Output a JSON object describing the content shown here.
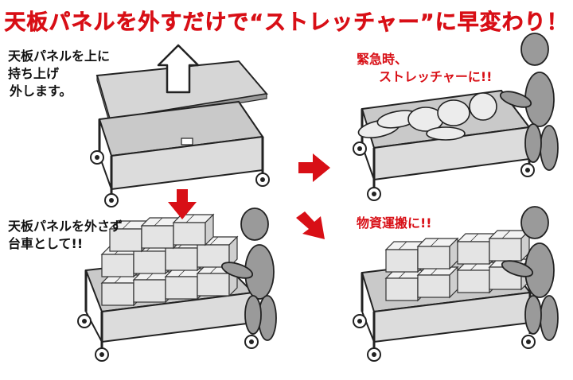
{
  "headline": "天板パネルを外すだけで“ストレッチャー”に早変わり！",
  "step_lift": {
    "lines": [
      "天板パネルを上に",
      "持ち上げ",
      "外します。"
    ]
  },
  "step_cart": {
    "lines": [
      "天板パネルを外さず",
      "台車として!!"
    ]
  },
  "result_stretcher": {
    "lines": [
      "緊急時、",
      "ストレッチャーに!!"
    ]
  },
  "result_transport": {
    "lines": [
      "物資運搬に!!"
    ]
  },
  "colors": {
    "accent_red": "#d80f16",
    "figure_gray": "#9a9a9a",
    "panel_gray": "#c9c9c9",
    "box_gray": "#e4e4e4",
    "ink": "#111111"
  },
  "icons": {
    "arrow_up": "outline-up-arrow-icon",
    "arrow_down": "red-down-arrow-icon",
    "arrow_right": "red-right-arrow-icon",
    "arrow_diag": "red-diagonal-arrow-icon"
  }
}
